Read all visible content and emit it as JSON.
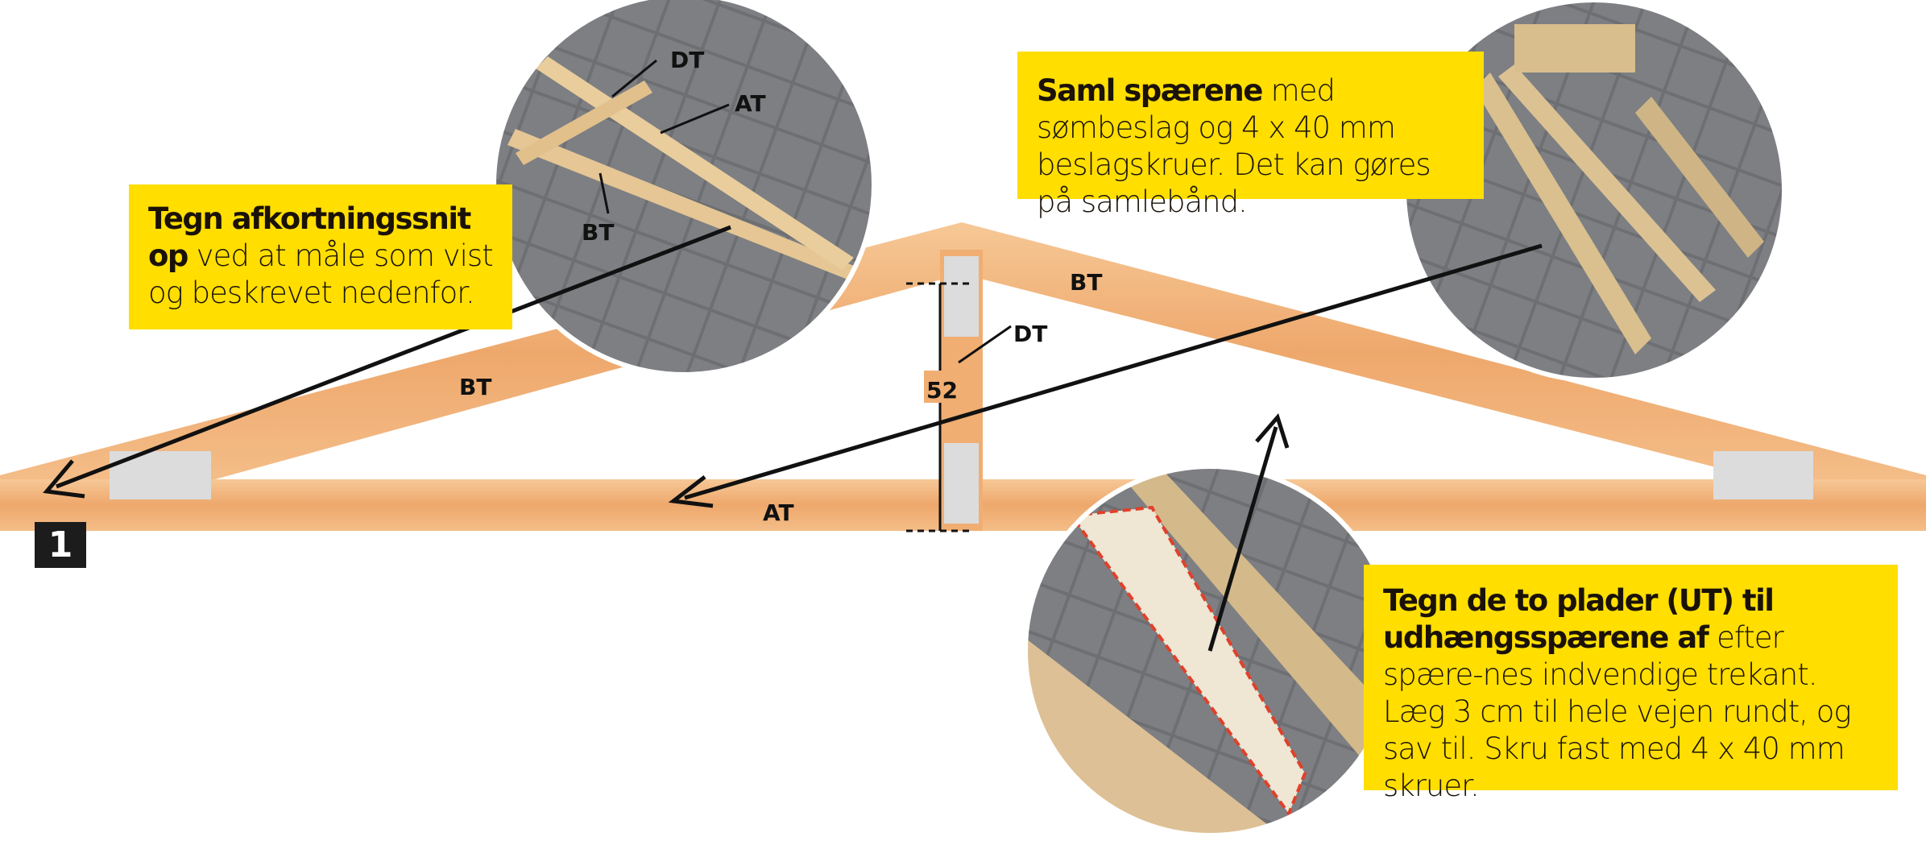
{
  "step_number": "1",
  "truss_labels": {
    "bt_left": "BT",
    "bt_right": "BT",
    "dt": "DT",
    "at": "AT",
    "height": "52"
  },
  "photo1_labels": {
    "dt": "DT",
    "at": "AT",
    "bt": "BT"
  },
  "callouts": {
    "mark_cut": {
      "bold": "Tegn afkortningssnit op",
      "text": "ved at måle som vist og beskrevet nedenfor."
    },
    "assemble": {
      "bold": "Saml spærene",
      "text": "med sømbeslag og 4 x 40 mm beslagskruer. Det kan gøres på samlebånd."
    },
    "plates": {
      "bold": "Tegn de to plader (UT) til udhængsspærene af",
      "text": "efter spære-nes indvendige trekant. Læg 3 cm til hele vejen rundt, og sav til. Skru fast med 4 x 40 mm skruer."
    }
  },
  "colors": {
    "callout": "#ffde00",
    "wood": "#f0b47a",
    "plate": "#d9d9d9"
  }
}
